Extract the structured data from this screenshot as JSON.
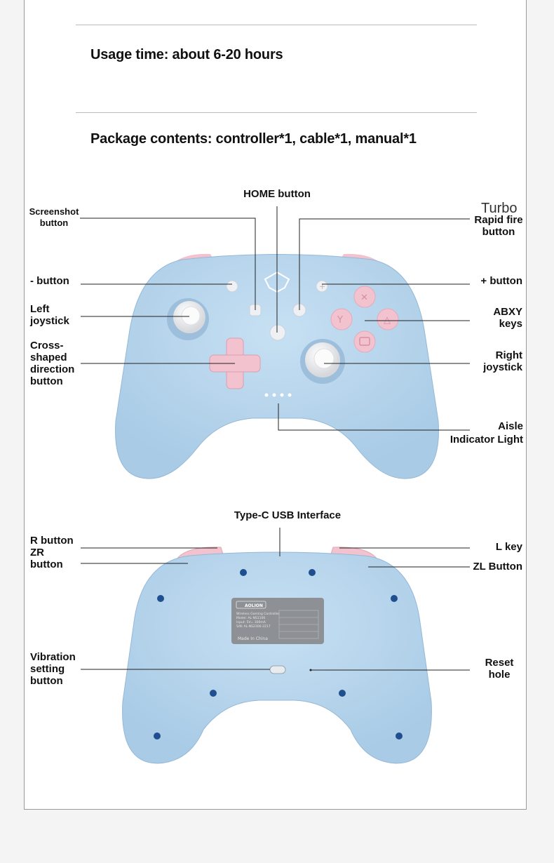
{
  "specs": {
    "usage": "Usage time: about 6-20 hours",
    "package": "Package contents: controller*1, cable*1, manual*1"
  },
  "front": {
    "home": "HOME button",
    "screenshot": "Screenshot\nbutton",
    "turbo": "Turbo",
    "rapid_fire": "Rapid fire\nbutton",
    "minus": "- button",
    "plus": "+ button",
    "left_joystick": "Left\njoystick",
    "abxy": "ABXY\nkeys",
    "dpad": "Cross-\nshaped\ndirection\nbutton",
    "right_joystick": "Right\njoystick",
    "aisle": "Aisle\nIndicator Light"
  },
  "back": {
    "typec": "Type-C USB Interface",
    "r_zr": "R button\nZR\nbutton",
    "l_key": "L key",
    "zl": "ZL Button",
    "vibration": "Vibration\nsetting\nbutton",
    "reset": "Reset\nhole",
    "plate": {
      "brand": "AOLION",
      "lines": [
        "Wireless Gaming Controller",
        "Model: AL-NS1106",
        "Input: 5V= 300mA",
        "S/N: AL-NS2306-2217"
      ],
      "origin": "Made In China"
    }
  },
  "colors": {
    "body": "#b6d3ea",
    "body_dark": "#9fc2df",
    "accent_pink": "#f2c2cf",
    "joystick": "#f2f2f4"
  }
}
